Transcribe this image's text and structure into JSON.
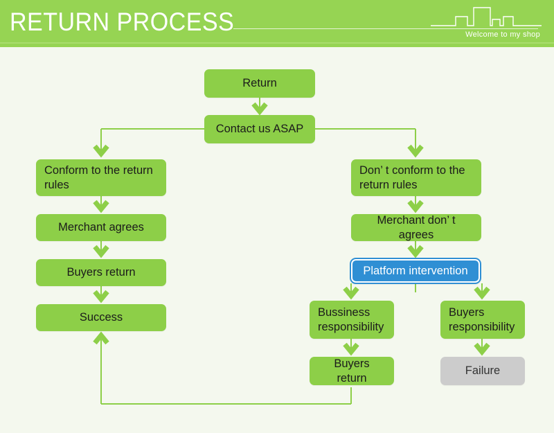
{
  "header": {
    "title": "RETURN PROCESS",
    "tagline": "Welcome to my shop",
    "bg_color": "#96d453",
    "text_color": "#ffffff",
    "skyline_icon": "city-skyline-icon"
  },
  "page": {
    "background_color": "#f4f8ee",
    "node_green": "#8dcf48",
    "node_gray": "#cccccc",
    "node_blue": "#2f8fd4",
    "connector_color": "#8dcf48"
  },
  "flow": {
    "nodes": {
      "return": "Return",
      "contact": "Contact us ASAP",
      "conform": "Conform to the return rules",
      "merchant_agrees": "Merchant agrees",
      "buyers_return_left": "Buyers return",
      "success": "Success",
      "not_conform": "Don’  t conform to the return rules",
      "merchant_not_agrees": "Merchant don’  t agrees",
      "platform": "Platform intervention",
      "business_resp": "Bussiness responsibility",
      "buyers_resp": "Buyers responsibility",
      "buyers_return_right": "Buyers return",
      "failure": "Failure"
    }
  }
}
